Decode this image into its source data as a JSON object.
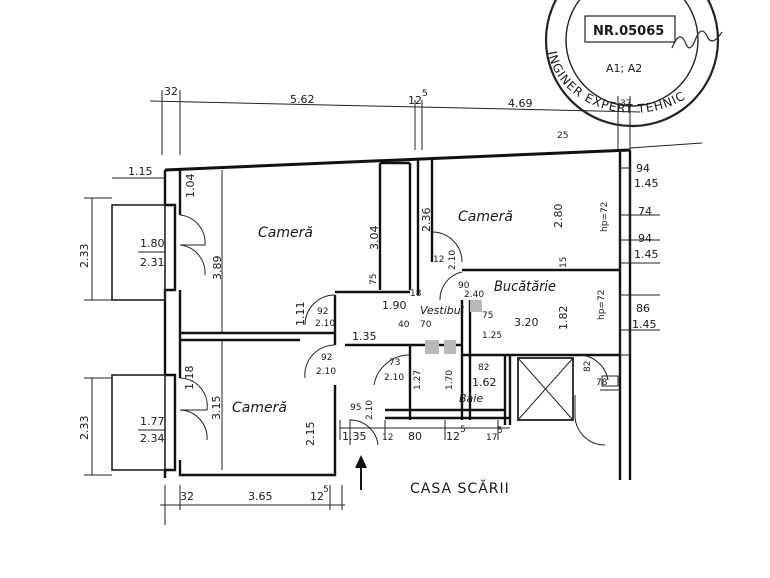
{
  "rooms": {
    "room_top_left": "Cameră",
    "room_top_right": "Cameră",
    "room_bottom_left": "Cameră",
    "kitchen": "Bucătărie",
    "vestibule": "Vestibul",
    "bath": "Baie",
    "stair": "CASA SCĂRII"
  },
  "stamp": {
    "number": "NR.05065",
    "bottom_text": "INGINER EXPERT TEHNIC",
    "code": "A1; A2"
  },
  "dims": {
    "top_32": "32",
    "top_562": "5.62",
    "top_125": "12",
    "top_125_sup": "5",
    "top_469": "4.69",
    "top_37": "37",
    "top_25": "25",
    "left_115": "1.15",
    "left_104": "1.04",
    "left_233a": "2.33",
    "win1_w": "1.80",
    "win1_h": "2.31",
    "r1_389": "3.89",
    "r1_304": "3.04",
    "r1_75": "75",
    "r2_236": "2.36",
    "r2_280": "2.80",
    "r2_15": "15",
    "hp72a": "hp=72",
    "right_94a": "94",
    "right_145a": "1.45",
    "right_74": "74",
    "right_94b": "94",
    "right_145b": "1.45",
    "door_12": "12",
    "door_210a": "2.10",
    "door_90": "90",
    "door_240": "2.40",
    "kitchen_182": "1.82",
    "hp72b": "hp=72",
    "right_86": "86",
    "right_145c": "1.45",
    "door_92a": "92",
    "door_210b": "2.10",
    "dim_111": "1.11",
    "dim_190": "1.90",
    "dim_18": "18",
    "dim_135a": "1.35",
    "dim_40": "40",
    "dim_70": "70",
    "dim_75b": "75",
    "dim_125b": "1.25",
    "dim_320": "3.20",
    "dim_92b": "92",
    "dim_210c": "2.10",
    "dim_118": "1.18",
    "dim_73": "73",
    "dim_210d": "2.10",
    "dim_127": "1.27",
    "dim_170": "1.70",
    "dim_82a": "82",
    "dim_162": "1.62",
    "dim_82b": "82",
    "dim_78": "78",
    "left_233b": "2.33",
    "win2_w": "1.77",
    "win2_h": "2.34",
    "r3_315": "3.15",
    "r3_215": "2.15",
    "door_95": "95",
    "door_210e": "2.10",
    "bot_135": "1.35",
    "bot_12": "12",
    "bot_80": "80",
    "bot_125": "12",
    "bot_125_sup": "5",
    "bot_175": "17",
    "bot_175_sup": "5",
    "base_32": "32",
    "base_365": "3.65",
    "base_125": "12",
    "base_125_sup": "5"
  }
}
